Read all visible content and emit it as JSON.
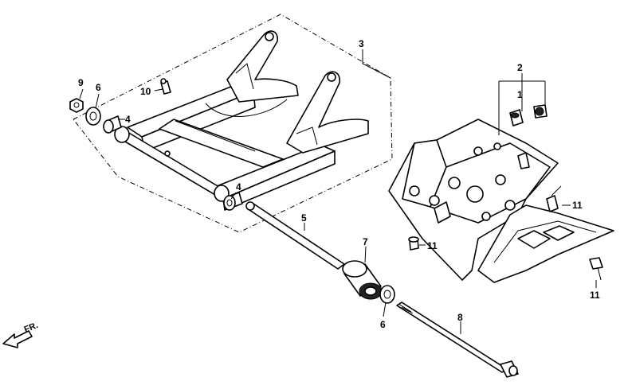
{
  "callouts": {
    "c1": "1",
    "c2": "2",
    "c3": "3",
    "c4a": "4",
    "c4b": "4",
    "c5": "5",
    "c6a": "6",
    "c6b": "6",
    "c7": "7",
    "c8": "8",
    "c9": "9",
    "c10": "10",
    "c11a": "11",
    "c11b": "11",
    "c11c": "11"
  },
  "direction_label": "FR."
}
